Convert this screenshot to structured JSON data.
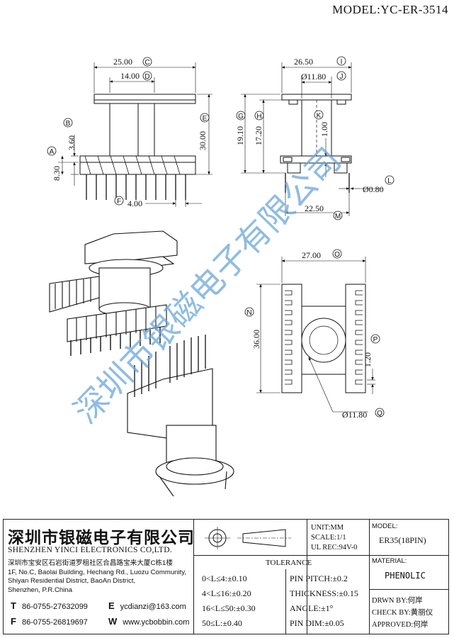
{
  "model_title": "MODEL:YC-ER-3514",
  "dims": {
    "c": "25.00",
    "d": "14.00",
    "b": "3.60",
    "a": "8.30",
    "e": "30.00",
    "f": "4.00",
    "i": "26.50",
    "j": "Ø11.80",
    "g": "19.10",
    "h": "17.20",
    "k": "1.00",
    "l": "Ø0.80",
    "m": "22.50",
    "o": "27.00",
    "n": "36.00",
    "p": "1.20",
    "q": "Ø11.80"
  },
  "markers": [
    "A",
    "B",
    "C",
    "D",
    "E",
    "F",
    "G",
    "H",
    "I",
    "J",
    "K",
    "L",
    "M",
    "N",
    "O",
    "P",
    "Q"
  ],
  "watermark": "深圳市银磁电子有限公司",
  "title_block": {
    "company_cn": "深圳市银磁电子有限公司",
    "company_en": "SHENZHEN YINCI ELECTRONICS CO,LTD.",
    "address_lines": [
      "深圳市宝安区石岩街道罗租社区合昌路宝来大厦C栋1楼",
      "1F, No.C, Baolai Building, Hechang Rd., Luozu Community,",
      "Shiyan Residential District, BaoAn District,",
      "Shenzhen, P.R.China"
    ],
    "tel_label": "T",
    "tel": "86-0755-27632099",
    "fax_label": "F",
    "fax": "86-0755-26819697",
    "email_label": "E",
    "email": "ycdianzi@163.com",
    "web_label": "W",
    "web": "www.ycbobbin.com",
    "unit": "UNIT:MM",
    "scale": "SCALE:1/1",
    "ul_rec": "UL REC:94V-0",
    "tolerance_title": "TOLERANCE",
    "tolerances": [
      "0<L≤4:±0.10",
      "4<L≤16:±0.20",
      "16<L≤50:±0.30",
      "50≤L:±0.40"
    ],
    "tolerances2": [
      "PIN PITCH:±0.2",
      "THICKNESS:±0.15",
      "ANGLE:±1°",
      "PIN DIM:±0.05"
    ],
    "model_label": "MODEL:",
    "model_value": "ER35(18PIN)",
    "material_label": "MATERIAL:",
    "material_value": "PHENOLIC",
    "drawn": "DRWN BY:何岸",
    "check": "CHECK BY:黄丽仪",
    "approved": "APPROVED:何岸"
  }
}
